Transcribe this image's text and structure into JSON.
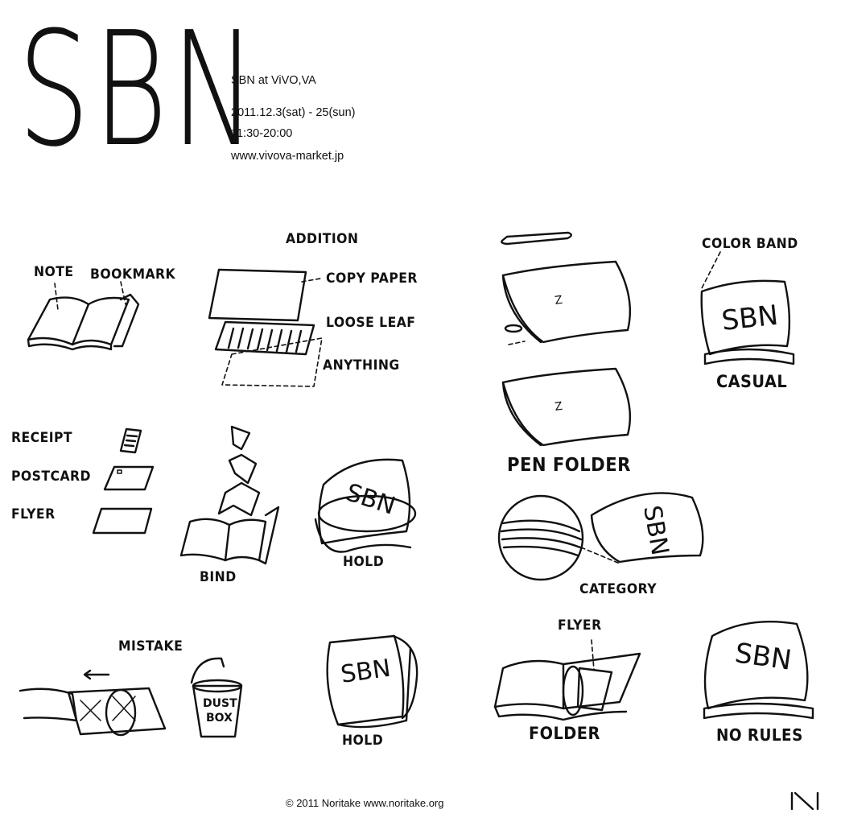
{
  "header": {
    "title": "SBN",
    "event": "SBN at ViVO,VA",
    "dates": "2011.12.3(sat) - 25(sun)",
    "hours": "11:30-20:00",
    "website": "www.vivova-market.jp"
  },
  "labels": {
    "addition": "ADDITION",
    "note": "NOTE",
    "bookmark": "BOOKMARK",
    "copy_paper": "COPY PAPER",
    "loose_leaf": "LOOSE LEAF",
    "anything": "ANYTHING",
    "color_band": "COLOR BAND",
    "casual": "CASUAL",
    "pen_folder": "PEN FOLDER",
    "receipt": "RECEIPT",
    "postcard": "POSTCARD",
    "flyer": "FLYER",
    "bind": "BIND",
    "hold_1": "HOLD",
    "category": "CATEGORY",
    "mistake": "MISTAKE",
    "dust": "DUST",
    "box": "BOX",
    "hold_2": "HOLD",
    "flyer_2": "FLYER",
    "folder": "FOLDER",
    "no_rules": "NO RULES"
  },
  "cover_text": "SBN",
  "footer": {
    "copyright": "© 2011 Noritake www.noritake.org",
    "logo": "|\\|"
  }
}
